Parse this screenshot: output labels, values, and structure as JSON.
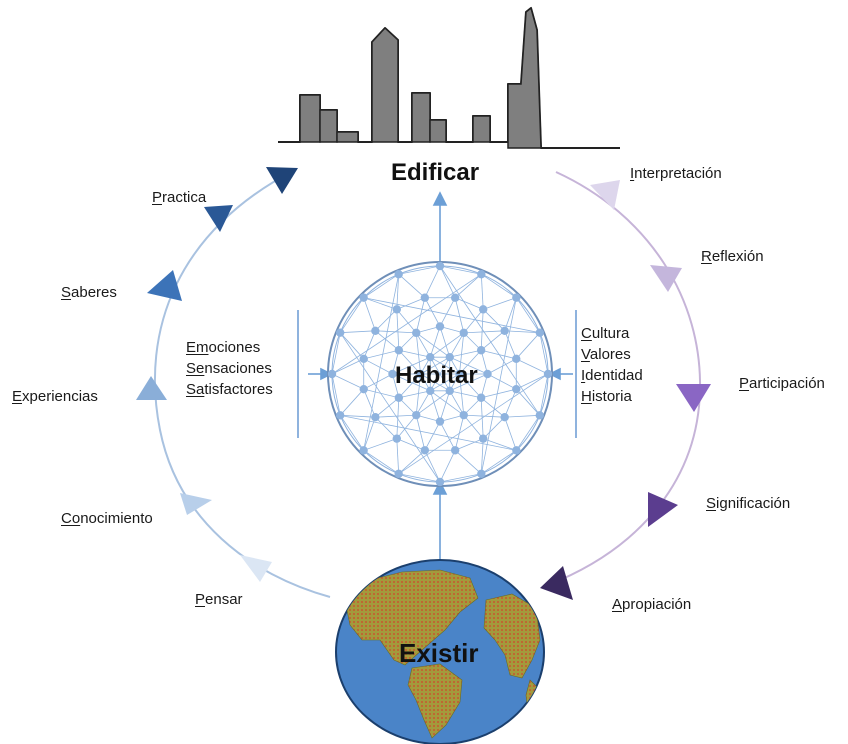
{
  "center": {
    "top": "Edificar",
    "middle": "Habitar",
    "bottom": "Existir"
  },
  "left_arc": [
    {
      "prefix": "P",
      "rest": "ractica"
    },
    {
      "prefix": "S",
      "rest": "aberes"
    },
    {
      "prefix": "E",
      "rest": "xperiencias"
    },
    {
      "prefix": "Co",
      "rest": "nocimiento"
    },
    {
      "prefix": "P",
      "rest": "ensar"
    }
  ],
  "right_arc": [
    {
      "prefix": "I",
      "rest": "nterpretación"
    },
    {
      "prefix": "R",
      "rest": "eflexión"
    },
    {
      "prefix": "P",
      "rest": "articipación"
    },
    {
      "prefix": "S",
      "rest": "ignificación"
    },
    {
      "prefix": "A",
      "rest": "propiación"
    }
  ],
  "left_list": [
    {
      "prefix": "Em",
      "rest": "ociones"
    },
    {
      "prefix": "Se",
      "rest": "nsaciones"
    },
    {
      "prefix": "Sa",
      "rest": "tisfactores"
    }
  ],
  "right_list": [
    {
      "prefix": "C",
      "rest": "ultura"
    },
    {
      "prefix": "V",
      "rest": "alores"
    },
    {
      "prefix": "I",
      "rest": "dentidad"
    },
    {
      "prefix": "H",
      "rest": "istoria"
    }
  ],
  "colors": {
    "left_arc_line": "#a9c2e0",
    "right_arc_line": "#c6b4d8",
    "globe_ocean": "#4a84c8",
    "globe_land": "#a39a3c",
    "network": "#8fb3de",
    "building": "#808080"
  }
}
